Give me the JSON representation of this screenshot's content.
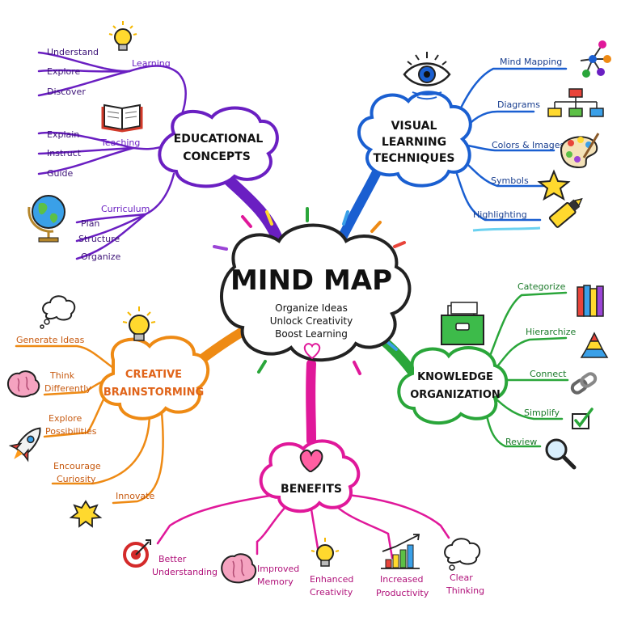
{
  "colors": {
    "center": "#222222",
    "purple": "#6a1fc2",
    "blue": "#1a5fd1",
    "orange": "#ee8a14",
    "green": "#2aa63a",
    "magenta": "#e0189a",
    "heart": "#ff5fa2"
  },
  "center": {
    "title": "MIND MAP",
    "line1": "Organize Ideas",
    "line2": "Unlock Creativity",
    "line3": "Boost Learning"
  },
  "educational": {
    "title1": "EDUCATIONAL",
    "title2": "CONCEPTS",
    "learning": {
      "label": "Learning",
      "items": [
        "Understand",
        "Explore",
        "Discover"
      ]
    },
    "teaching": {
      "label": "Teaching",
      "items": [
        "Explain",
        "Instruct",
        "Guide"
      ]
    },
    "curriculum": {
      "label": "Curriculum",
      "items": [
        "Plan",
        "Structure",
        "Organize"
      ]
    }
  },
  "visual": {
    "title1": "VISUAL",
    "title2": "LEARNING",
    "title3": "TECHNIQUES",
    "items": [
      "Mind Mapping",
      "Diagrams",
      "Colors & Images",
      "Symbols",
      "Highlighting"
    ]
  },
  "creative": {
    "title1": "CREATIVE",
    "title2": "BRAINSTORMING",
    "generate": "Generate Ideas",
    "think1": "Think",
    "think2": "Differently",
    "explore1": "Explore",
    "explore2": "Possibilities",
    "encourage1": "Encourage",
    "encourage2": "Curiosity",
    "innovate": "Innovate"
  },
  "knowledge": {
    "title1": "KNOWLEDGE",
    "title2": "ORGANIZATION",
    "items": [
      "Categorize",
      "Hierarchize",
      "Connect",
      "Simplify",
      "Review"
    ]
  },
  "benefits": {
    "title": "BENEFITS",
    "b1a": "Better",
    "b1b": "Understanding",
    "b2a": "Improved",
    "b2b": "Memory",
    "b3a": "Enhanced",
    "b3b": "Creativity",
    "b4a": "Increased",
    "b4b": "Productivity",
    "b5a": "Clear",
    "b5b": "Thinking"
  },
  "icons": [
    "lightbulb-icon",
    "book-icon",
    "globe-icon",
    "eye-icon",
    "network-icon",
    "flowchart-icon",
    "palette-icon",
    "star-icon",
    "highlighter-icon",
    "folder-box-icon",
    "books-icon",
    "pyramid-icon",
    "chain-link-icon",
    "checkbox-icon",
    "magnifier-icon",
    "brain-icon",
    "rocket-icon",
    "burst-icon",
    "thought-cloud-icon",
    "heart-icon",
    "target-icon",
    "bar-chart-icon"
  ]
}
